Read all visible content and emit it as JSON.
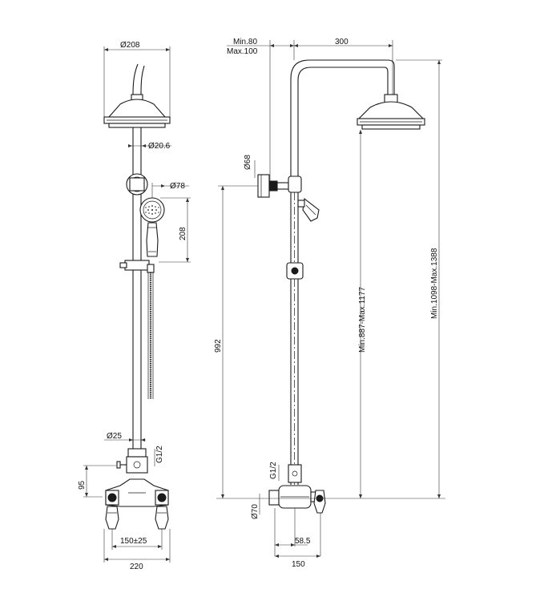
{
  "front_view": {
    "head_diameter": "Ø208",
    "arm_diameter": "Ø20.6",
    "handshower_diameter": "Ø78",
    "handshower_height": "208",
    "pipe_diameter": "Ø25",
    "thread_top": "G1/2",
    "mixer_height": "95",
    "centres": "150±25",
    "overall_width": "220"
  },
  "side_view": {
    "offset_min": "Min.80",
    "offset_max": "Max.100",
    "arm_projection": "300",
    "wall_bracket_diameter": "Ø68",
    "bracket_height": "992",
    "head_height": "Min.887-Max.1177",
    "overall_height": "Min.1098-Max.1388",
    "thread": "G1/2",
    "flange_diameter": "Ø70",
    "projection_small": "58.5",
    "projection_large": "150"
  }
}
